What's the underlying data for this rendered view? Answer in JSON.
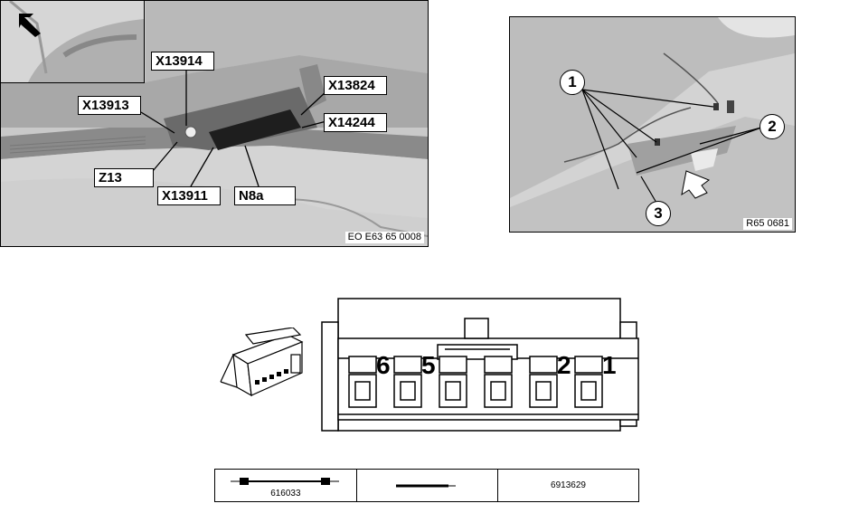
{
  "top_left_panel": {
    "labels": {
      "x13914": "X13914",
      "x13913": "X13913",
      "x13824": "X13824",
      "x14244": "X14244",
      "z13": "Z13",
      "x13911": "X13911",
      "n8a": "N8a"
    },
    "reference": "EO E63 65 0008"
  },
  "top_right_panel": {
    "callouts": [
      "1",
      "2",
      "3"
    ],
    "reference": "R65 0681"
  },
  "connector": {
    "pin_labels": [
      "6",
      "5",
      "2",
      "1"
    ]
  },
  "parts_table": {
    "cells": [
      "616033",
      "",
      "6913629"
    ]
  }
}
